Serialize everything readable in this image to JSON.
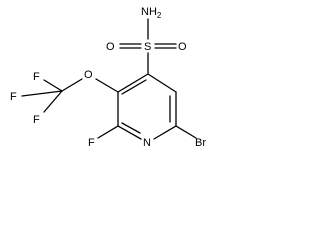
{
  "molecule": {
    "atoms": {
      "amine": "NH",
      "amine_subscript": "2",
      "sulfur": "S",
      "sulfonyl_oxygen_left": "O",
      "sulfonyl_oxygen_right": "O",
      "ether_oxygen": "O",
      "fluorine_cf3_top": "F",
      "fluorine_cf3_left": "F",
      "fluorine_cf3_bottom": "F",
      "fluorine_ring": "F",
      "ring_nitrogen": "N",
      "bromine": "Br"
    }
  }
}
